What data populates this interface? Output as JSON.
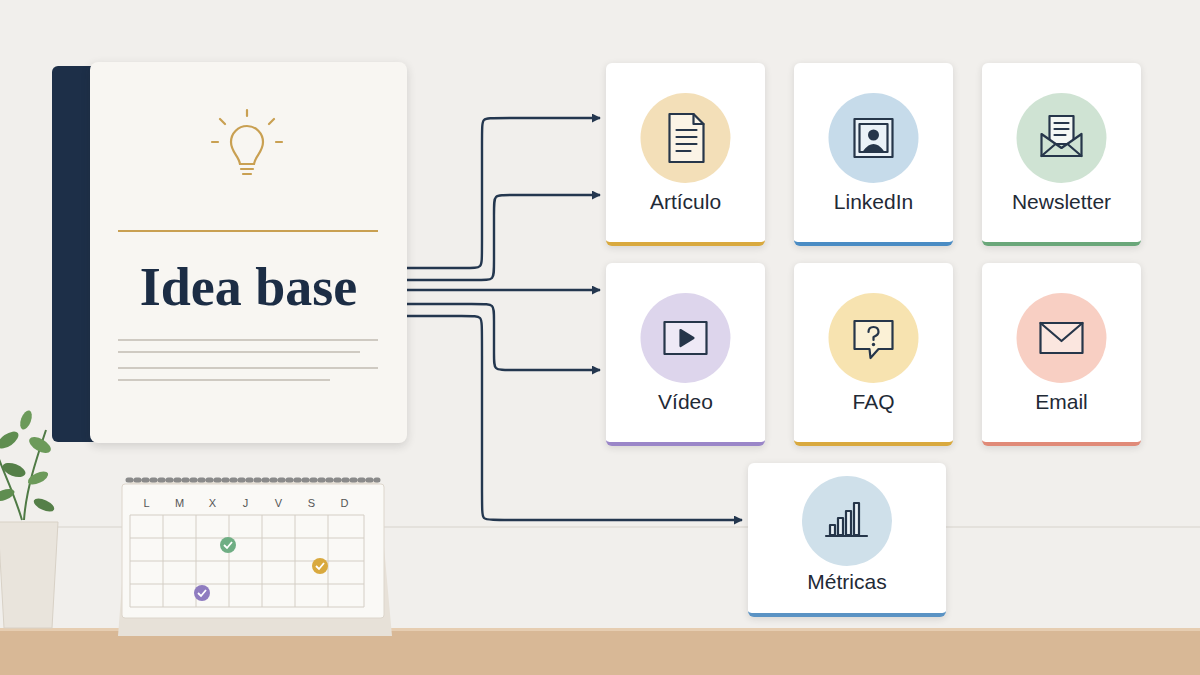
{
  "diagram": {
    "nodes": [
      {
        "text": [
          "Idea base"
        ]
      },
      {
        "text": [
          "Artículo"
        ]
      },
      {
        "text": [
          "LinkedIn"
        ]
      },
      {
        "text": [
          "Newsletter"
        ]
      },
      {
        "text": [
          "Vídeo"
        ]
      },
      {
        "text": [
          "FAQ"
        ]
      },
      {
        "text": [
          "Email"
        ]
      },
      {
        "text": [
          "Métricas"
        ]
      }
    ],
    "edges": [
      {
        "from": 0,
        "to": 1,
        "arrow": "to"
      },
      {
        "from": 0,
        "to": 1,
        "arrow": "to"
      },
      {
        "from": 0,
        "to": 4,
        "arrow": "to"
      },
      {
        "from": 0,
        "to": 4,
        "arrow": "to"
      },
      {
        "from": 0,
        "to": 7,
        "arrow": "to"
      }
    ],
    "labels": [
      "L",
      "M",
      "X",
      "J",
      "V",
      "S",
      "D"
    ]
  }
}
